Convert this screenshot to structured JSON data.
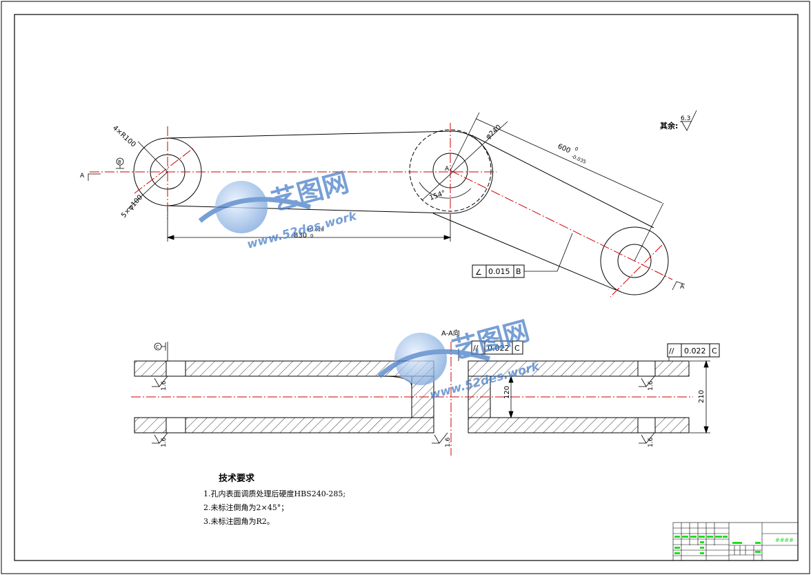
{
  "drawing": {
    "dimensions": {
      "hole_radius": "4×R100",
      "hole_diameter": "5×φ100",
      "center_distance": "830",
      "center_distance_tol": "+0.028",
      "center_distance_tol_low": "0",
      "boss_diameter": "φ240",
      "arm_length": "600",
      "arm_length_tol": "0",
      "arm_length_tol_low": "-0.035",
      "angle": "154°",
      "inner_gap": "120",
      "overall_height": "210"
    },
    "tolerances": {
      "angularity": {
        "symbol": "∠",
        "value": "0.015",
        "datum": "B"
      },
      "parallel_center": {
        "symbol": "//",
        "value": "0.022",
        "datum": "C"
      },
      "parallel_right": {
        "symbol": "//",
        "value": "0.022",
        "datum": "C"
      }
    },
    "datums": {
      "b": "B",
      "c": "C"
    },
    "section_labels": {
      "a_left": "A",
      "a_center": "A",
      "a_right": "A",
      "view": "A-A向"
    },
    "roughness": {
      "remaining_label": "其余:",
      "remaining_value": "6.3",
      "surface": "1.6"
    },
    "watermark": {
      "brand": "艺图网",
      "url": "www.52des.work"
    }
  },
  "notes": {
    "heading": "技术要求",
    "items": [
      "1.孔内表面调质处理后硬度HBS240-285;",
      "2.未标注倒角为2×45°；",
      "3.未标注圆角为R2。"
    ]
  },
  "title_block": {
    "name_cell": "####"
  },
  "colors": {
    "centerline": "#cc0000",
    "title_green": "#22dd22",
    "watermark_blue": "#4a7fc8"
  }
}
